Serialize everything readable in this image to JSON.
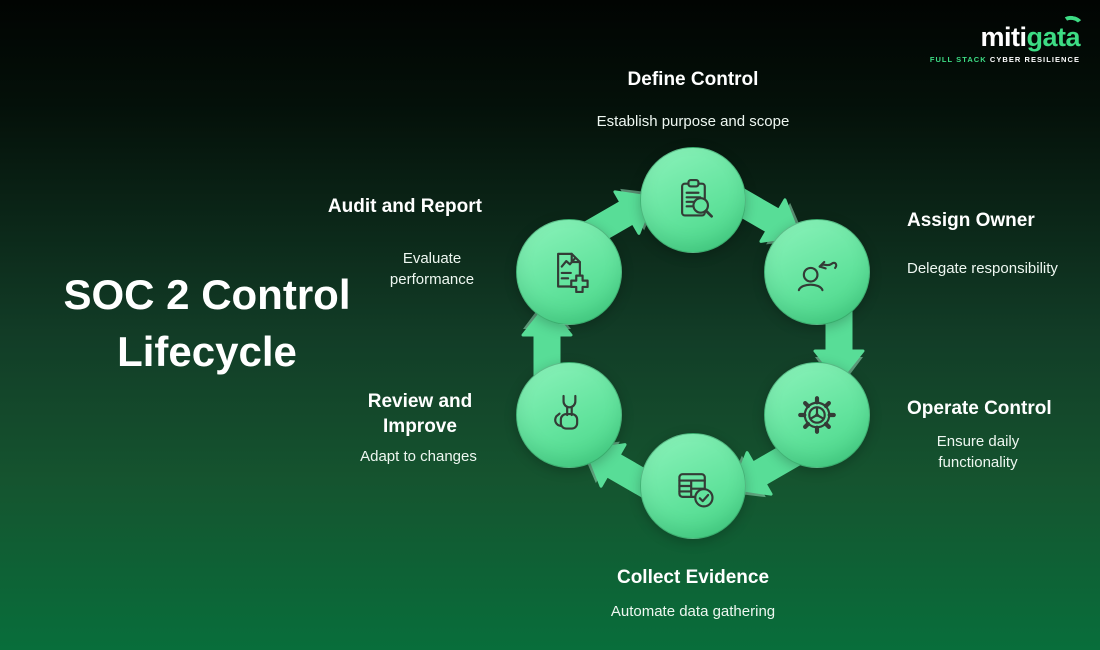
{
  "brand": {
    "name_prefix": "miti",
    "name_suffix": "gata",
    "tagline_highlight": "FULL STACK",
    "tagline_rest": " CYBER RESILIENCE"
  },
  "title": {
    "line1": "SOC 2 Control",
    "line2": "Lifecycle"
  },
  "diagram": {
    "flow": "clockwise",
    "steps": [
      {
        "label": "Define Control",
        "description": "Establish purpose and scope",
        "icon": "clipboard-search-icon"
      },
      {
        "label": "Assign Owner",
        "description": "Delegate responsibility",
        "icon": "person-assign-icon"
      },
      {
        "label": "Operate Control",
        "description": "Ensure daily functionality",
        "icon": "gear-steering-icon"
      },
      {
        "label": "Collect Evidence",
        "description": "Automate data gathering",
        "icon": "table-checkmark-icon"
      },
      {
        "label": "Review and Improve",
        "description": "Adapt to changes",
        "icon": "wrench-hand-icon"
      },
      {
        "label": "Audit and Report",
        "description": "Evaluate performance",
        "icon": "report-plus-icon"
      }
    ]
  },
  "colors": {
    "accent_green": "#3ddc84",
    "background_top": "#010402",
    "background_bottom": "#086e3b",
    "node_fill_light": "#8df3bc",
    "node_fill_mid": "#62e39d",
    "node_fill_dark": "#46d385",
    "arrow_green": "#58dd97",
    "arrow_ghost_green": "#a5f2c9",
    "icon_ink": "#333c36",
    "text_white": "#ffffff"
  }
}
